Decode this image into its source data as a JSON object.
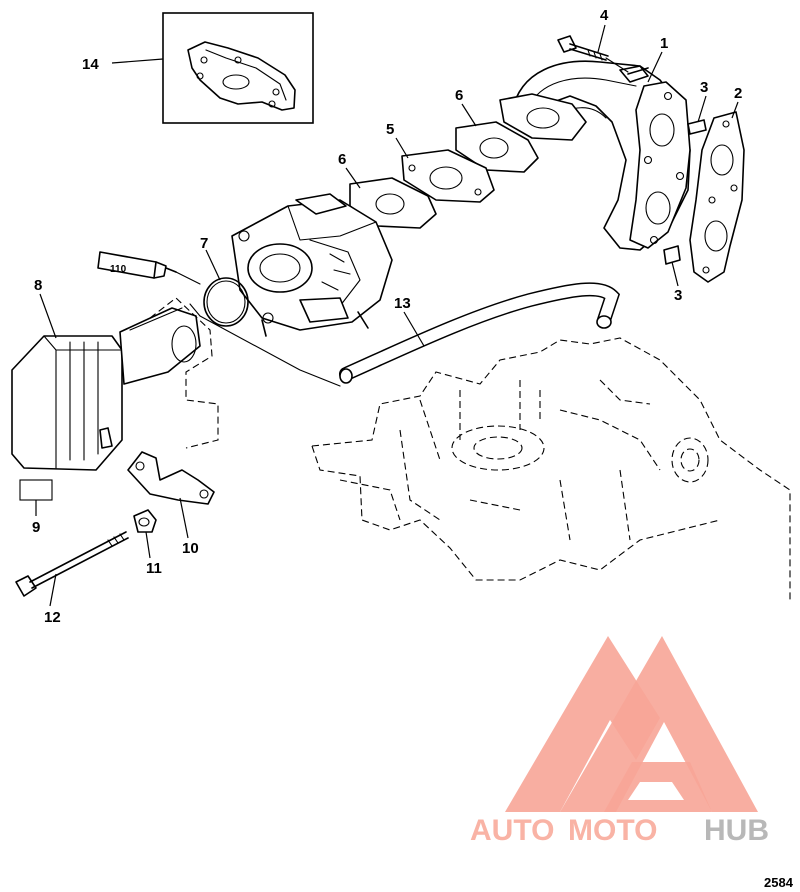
{
  "callouts": {
    "c1": "1",
    "c2": "2",
    "c3a": "3",
    "c3b": "3",
    "c4": "4",
    "c5": "5",
    "c6a": "6",
    "c6b": "6",
    "c7": "7",
    "c8": "8",
    "c9": "9",
    "c10": "10",
    "c11": "11",
    "c12": "12",
    "c13": "13",
    "c14": "14"
  },
  "tube_label": "110",
  "reference_number": "2584",
  "watermark": {
    "part1": "AUTO",
    "part2": "MOTO",
    "part3": "HUB",
    "colors": {
      "triangle": "#f7a597",
      "grey": "#b8b8b8",
      "pink": "#f9b3a5"
    }
  }
}
